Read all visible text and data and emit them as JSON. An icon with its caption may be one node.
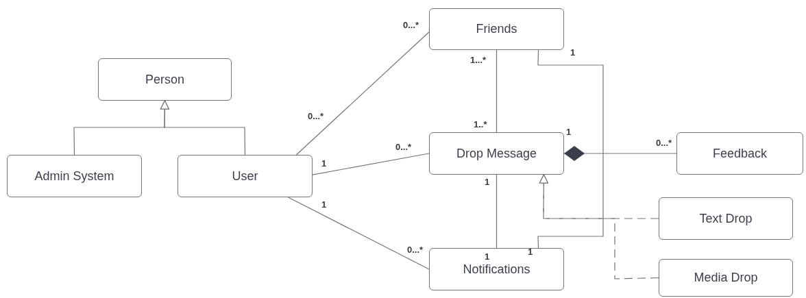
{
  "diagram": {
    "nodes": [
      {
        "text": [
          "Person"
        ]
      },
      {
        "text": [
          "Admin System"
        ]
      },
      {
        "text": [
          "User"
        ]
      },
      {
        "text": [
          "Friends"
        ]
      },
      {
        "text": [
          "Drop Message"
        ]
      },
      {
        "text": [
          "Feedback"
        ]
      },
      {
        "text": [
          "Text Drop"
        ]
      },
      {
        "text": [
          "Media Drop"
        ]
      },
      {
        "text": [
          "Notifications"
        ]
      }
    ],
    "edges": [
      {
        "from": 1,
        "to": 0,
        "arrow": "to"
      },
      {
        "from": 2,
        "to": 0,
        "arrow": "to"
      },
      {
        "from": 2,
        "to": 3,
        "arrow": "none"
      },
      {
        "from": 2,
        "to": 4,
        "arrow": "none"
      },
      {
        "from": 2,
        "to": 8,
        "arrow": "none"
      },
      {
        "from": 3,
        "to": 4,
        "arrow": "none"
      },
      {
        "from": 3,
        "to": 8,
        "arrow": "none"
      },
      {
        "from": 4,
        "to": 8,
        "arrow": "none"
      },
      {
        "from": 5,
        "to": 4,
        "arrow": "other"
      },
      {
        "from": 6,
        "to": 4,
        "arrow": "to",
        "style": "dashed"
      },
      {
        "from": 7,
        "to": 4,
        "arrow": "to",
        "style": "dashed"
      }
    ],
    "labels": [
      "0...*",
      "1",
      "1...*",
      "0...*",
      "1..*",
      "1",
      "0...*",
      "0...*",
      "1",
      "1",
      "1",
      "1",
      "1",
      "0...*"
    ]
  }
}
